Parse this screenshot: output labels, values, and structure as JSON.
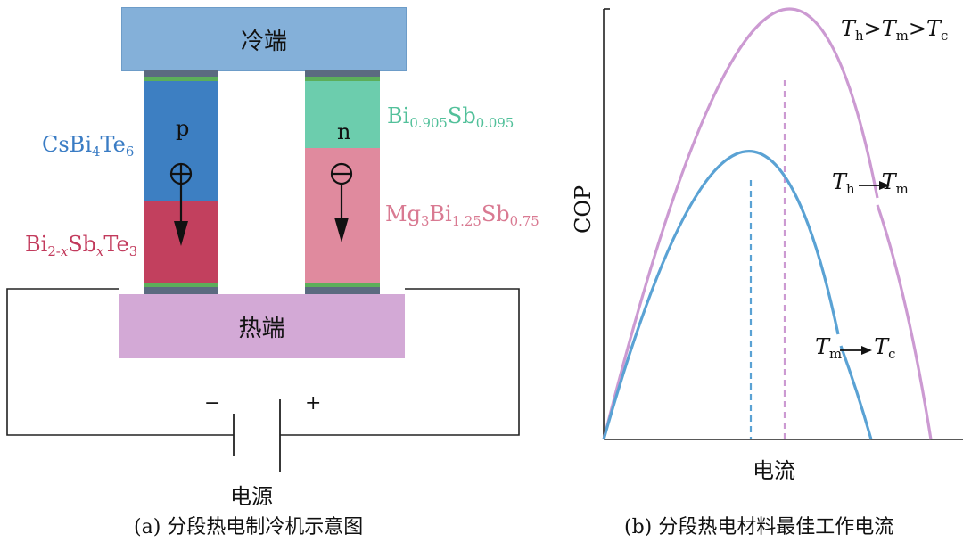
{
  "panel_a": {
    "cold_end": "冷端",
    "hot_end": "热端",
    "p_leg_label": "p",
    "n_leg_label": "n",
    "p_upper_material": {
      "base": "CsBi",
      "sub1": "4",
      "mid": "Te",
      "sub2": "6"
    },
    "p_lower_material": {
      "base": "Bi",
      "sub1": "2-",
      "sub1_var": "x",
      "mid": "Sb",
      "sub2_var": "x",
      "tail": "Te",
      "sub3": "3"
    },
    "n_upper_material": {
      "base": "Bi",
      "sub1": "0.905",
      "mid": "Sb",
      "sub2": "0.095"
    },
    "n_lower_material": {
      "base": "Mg",
      "sub1": "3",
      "mid": "Bi",
      "sub2": "1.25",
      "tail": "Sb",
      "sub3": "0.75"
    },
    "minus_sign": "−",
    "plus_sign": "+",
    "power_label": "电源",
    "caption": "(a) 分段热电制冷机示意图",
    "colors": {
      "cold": "#84b0d9",
      "hot": "#d3a9d6",
      "p_upper": "#3d7fc2",
      "p_lower": "#c2405e",
      "n_upper": "#6ccdad",
      "n_lower": "#e08a9e",
      "p_text": "#3a7cc4",
      "p_lower_text": "#c23a5c",
      "n_text": "#52c09a",
      "n_lower_text": "#d97a92"
    }
  },
  "panel_b": {
    "condition": {
      "t1": "T",
      "s1": "h",
      "t2": "T",
      "s2": "m",
      "t3": "T",
      "s3": "c"
    },
    "upper_curve_label": {
      "from": "T",
      "from_sub": "h",
      "to": "T",
      "to_sub": "m"
    },
    "lower_curve_label": {
      "from": "T",
      "from_sub": "m",
      "to": "T",
      "to_sub": "c"
    },
    "ylabel": "COP",
    "xlabel": "电流",
    "caption": "(b) 分段热电材料最佳工作电流",
    "colors": {
      "upper_curve": "#cc9ad2",
      "lower_curve": "#5aa2d4"
    }
  }
}
